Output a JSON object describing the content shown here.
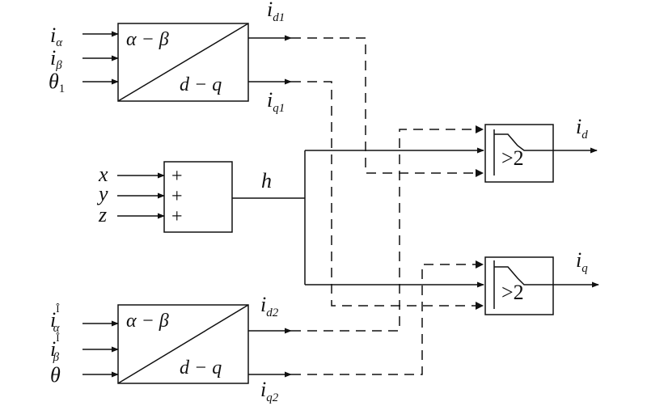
{
  "transform_top": {
    "top_label": "α − β",
    "bottom_label": "d − q"
  },
  "transform_bottom": {
    "top_label": "α − β",
    "bottom_label": "d − q"
  },
  "inputs_top": {
    "alpha": {
      "base": "i",
      "sub": "α"
    },
    "beta": {
      "base": "i",
      "sub": "β"
    },
    "theta": {
      "base": "θ",
      "sub": "1"
    }
  },
  "inputs_bottom": {
    "alpha": {
      "base": "i",
      "sup": "Î",
      "sub": "α"
    },
    "beta": {
      "base": "i",
      "sup": "Î",
      "sub": "β"
    },
    "theta": {
      "base": "θ"
    }
  },
  "outputs_top": {
    "d": {
      "base": "i",
      "sub": "d1"
    },
    "q": {
      "base": "i",
      "sub": "q1"
    }
  },
  "outputs_bottom": {
    "d": {
      "base": "i",
      "sub": "d2"
    },
    "q": {
      "base": "i",
      "sub": "q2"
    }
  },
  "adder": {
    "inputs": [
      "x",
      "y",
      "z"
    ],
    "signs": [
      "+",
      "+",
      "+"
    ],
    "output": "h"
  },
  "switches": {
    "d": {
      "threshold": ">2",
      "output": {
        "base": "i",
        "sub": "d"
      }
    },
    "q": {
      "threshold": ">2",
      "output": {
        "base": "i",
        "sub": "q"
      }
    }
  }
}
